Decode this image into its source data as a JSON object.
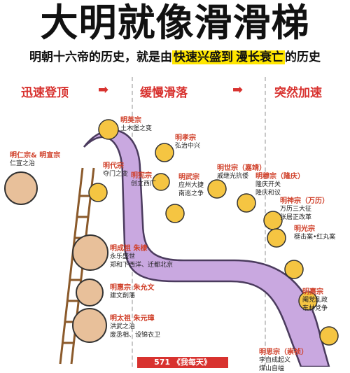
{
  "title": "大明就像滑滑梯",
  "subtitle": {
    "part1": "明朝十六帝的历史，就是由",
    "highlight1": "快速兴盛到",
    "highlight2": "漫长衰亡",
    "part2": "的历史"
  },
  "phases": [
    "迅速登顶",
    "缓慢滑落",
    "突然加速"
  ],
  "emperors": [
    {
      "name": "明英宗",
      "note": "土木堡之变"
    },
    {
      "name": "明孝宗",
      "note": "弘治中兴"
    },
    {
      "name": "明仁宗& 明宣宗",
      "note": "仁宣之治"
    },
    {
      "name": "明代宗",
      "note": "夺门之变"
    },
    {
      "name": "明宪宗",
      "note": "创立西厂"
    },
    {
      "name": "明武宗",
      "note": "应州大捷\n南巡之争"
    },
    {
      "name": "明世宗（嘉靖）",
      "note": "戚继光抗倭"
    },
    {
      "name": "明穆宗（隆庆）",
      "note": "隆庆开关\n隆庆和议"
    },
    {
      "name": "明神宗（万历）",
      "note": "万历三大征\n张居正改革"
    },
    {
      "name": "明光宗",
      "note": "梃击案•红丸案"
    },
    {
      "name": "明成祖 朱棣",
      "note": "永乐盛世\n郑和下西洋、迁都北京"
    },
    {
      "name": "明惠宗 朱允文",
      "note": "建文削藩"
    },
    {
      "name": "明熹宗",
      "note": "阉党乱政\n东林党争"
    },
    {
      "name": "明太祖 朱元璋",
      "note": "洪武之治\n废丞相、设锦衣卫"
    },
    {
      "name": "明思宗（崇祯）",
      "note": "李自成起义\n煤山自缢"
    }
  ],
  "bottom_banner": "571 《我每天》",
  "colors": {
    "accent": "#d8322f",
    "highlight": "#ffe600",
    "slide": "#c9a8e0",
    "ladder": "#b5855a"
  }
}
